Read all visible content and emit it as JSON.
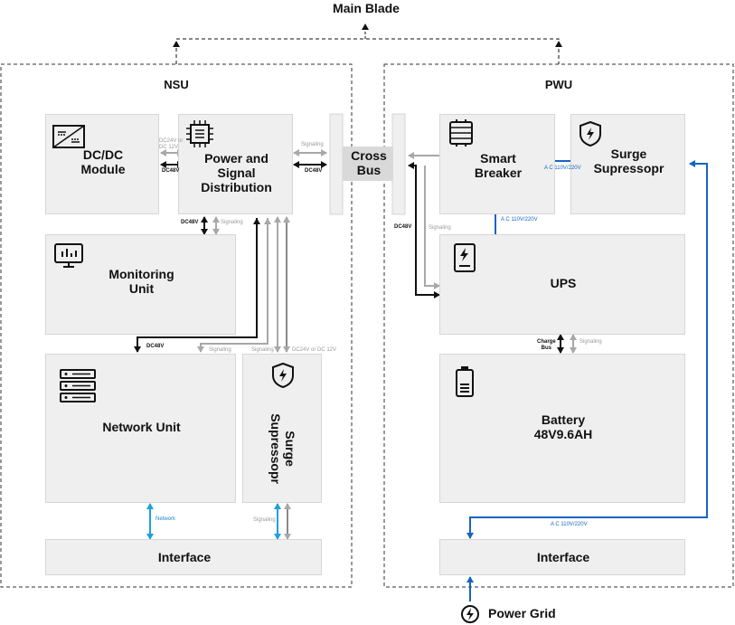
{
  "title": "Main Blade",
  "groups": {
    "nsu": "NSU",
    "pwu": "PWU"
  },
  "blocks": {
    "dcdc": "DC/DC\nModule",
    "psd": "Power and\nSignal\nDistribution",
    "monitoring": "Monitoring\nUnit",
    "network": "Network Unit",
    "surge_nsu": "Surge\nSupressopr",
    "interface_nsu": "Interface",
    "cross_bus": "Cross\nBus",
    "smart_breaker": "Smart\nBreaker",
    "surge_pwu": "Surge\nSupressopr",
    "ups": "UPS",
    "battery": "Battery\n48V9.6AH",
    "interface_pwu": "Interface",
    "power_grid": "Power Grid"
  },
  "links": {
    "dc24_dc12": "DC24V or\nDC 12V",
    "dc48v": "DC48V",
    "signaling": "Signaling",
    "dc24_or_dc12": "DC24V or DC 12V",
    "network": "Network",
    "ac": "A C 110V/220V",
    "charge_bus": "Charge\nBus"
  },
  "colors": {
    "box_fill": "#efefef",
    "black_wire": "#111111",
    "gray_wire": "#a8a8a8",
    "blue_wire": "#1565c0",
    "cyan_wire": "#1ea0e0"
  }
}
